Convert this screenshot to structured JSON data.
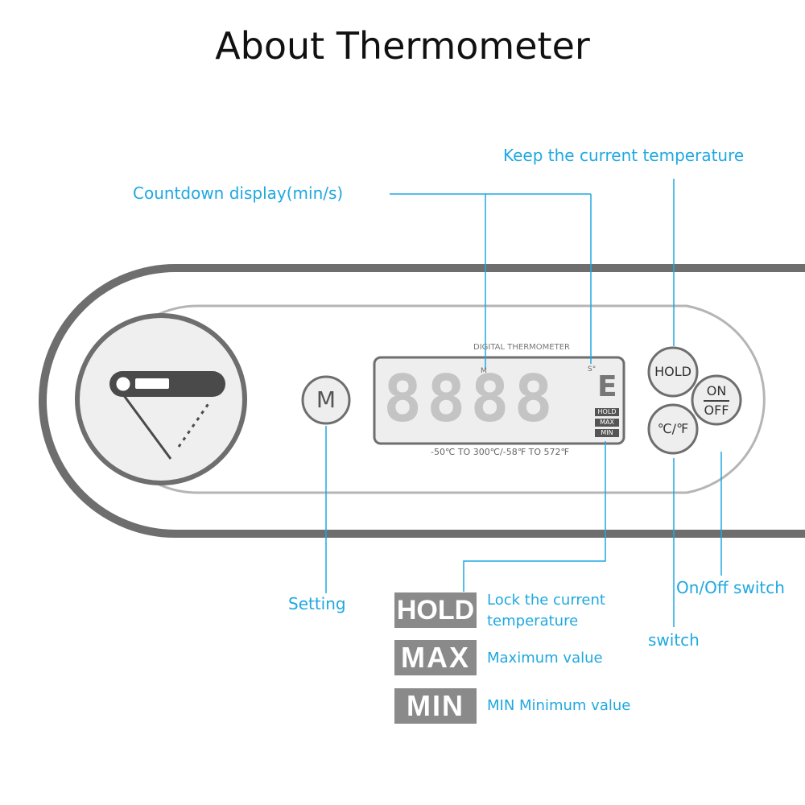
{
  "title": "About Thermometer",
  "callouts": {
    "keep": "Keep the current temperature",
    "countdown": "Countdown display(min/s)",
    "setting": "Setting",
    "onoff": "On/Off switch",
    "switch": "switch"
  },
  "device": {
    "brand_label": "DIGITAL THERMOMETER",
    "range_label": "-50℃ TO 300℃/-58℉ TO 572℉",
    "digits": "8888",
    "unit_char": "E",
    "m_marker": "M",
    "s_marker": "S°",
    "mini_tags": [
      "HOLD",
      "MAX",
      "MIN"
    ],
    "m_button": "M",
    "hold_button": "HOLD",
    "on_label": "ON",
    "off_label": "OFF",
    "cf_button": "℃/℉"
  },
  "legend": [
    {
      "tag": "HOLD",
      "desc": "Lock the current temperature"
    },
    {
      "tag": "MAX",
      "desc": "Maximum value"
    },
    {
      "tag": "MIN",
      "desc": "MIN Minimum value"
    }
  ],
  "colors": {
    "callout": "#1fa8e0",
    "outline": "#6e6e6e",
    "tag": "#8a8a8a"
  }
}
